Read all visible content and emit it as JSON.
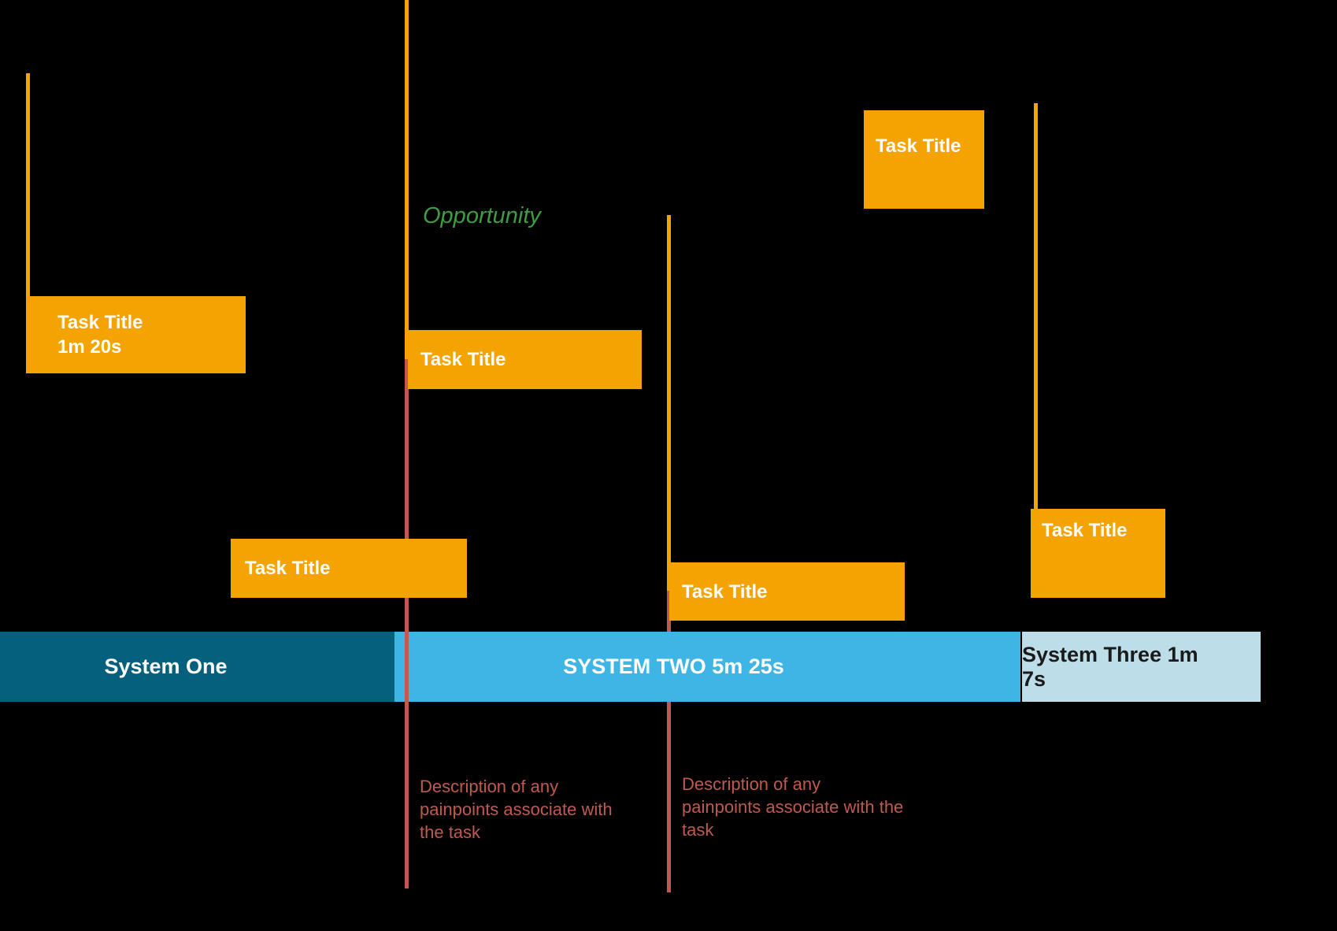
{
  "diagram": {
    "opportunity_label": "Opportunity",
    "tasks": [
      {
        "title": "Task Title",
        "duration": "1m 20s"
      },
      {
        "title": "Task Title"
      },
      {
        "title": "Task Title"
      },
      {
        "title": "Task Title"
      },
      {
        "title": "Task Title"
      },
      {
        "title": "Task Title"
      }
    ],
    "systems": [
      {
        "label": "System One"
      },
      {
        "label": "SYSTEM TWO 5m 25s"
      },
      {
        "label": "System Three 1m 7s"
      }
    ],
    "painpoints": [
      {
        "lines": [
          "Description of any",
          "painpoints associate with",
          "the task"
        ]
      },
      {
        "lines": [
          "Description of any",
          "painpoints associate with the",
          "task"
        ]
      }
    ],
    "colors": {
      "background": "#000000",
      "task_fill": "#F5A300",
      "connector_orange": "#F5A300",
      "connector_red": "#C05A50",
      "painpoint_text": "#C05A50",
      "opportunity_green": "#3F9C41",
      "system_one_fill": "#05607E",
      "system_two_fill": "#3FB5E6",
      "system_three_fill": "#BDDDE9"
    }
  }
}
